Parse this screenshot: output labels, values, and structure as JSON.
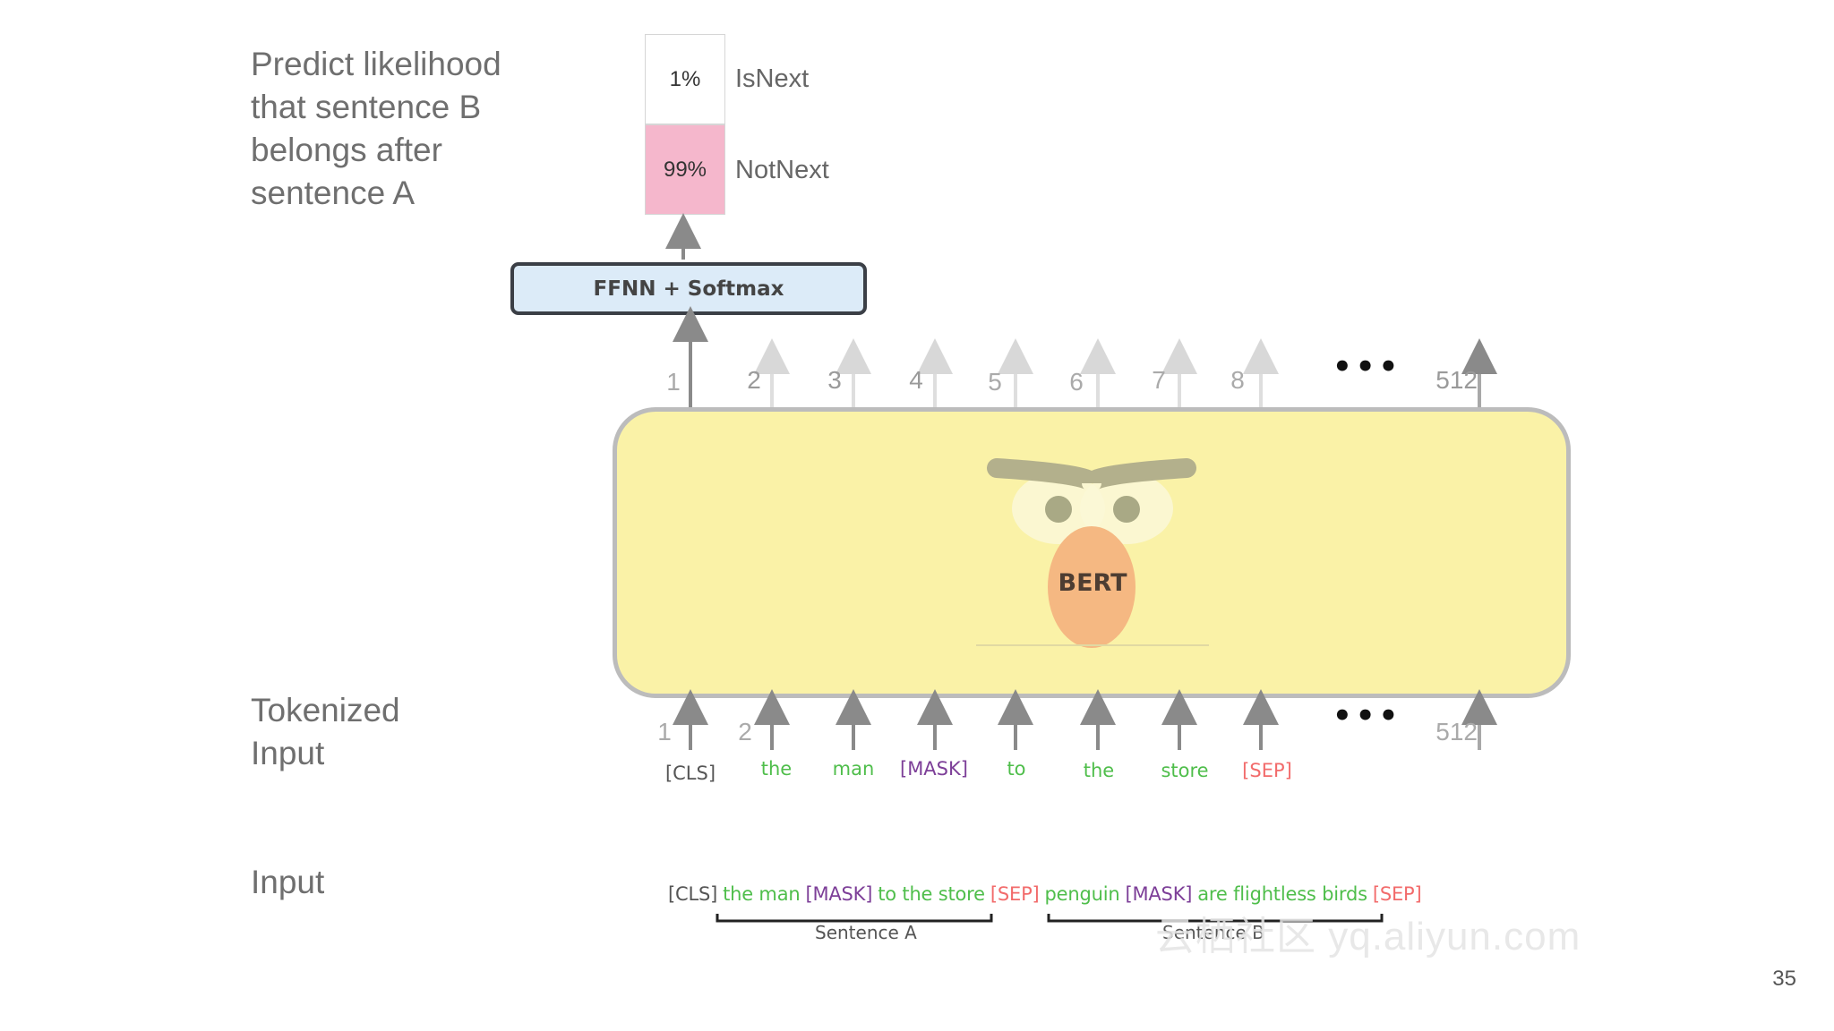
{
  "labels": {
    "predict": [
      "Predict likelihood",
      "that sentence B",
      "belongs after",
      "sentence A"
    ],
    "tokenized": [
      "Tokenized",
      "Input"
    ],
    "input": "Input"
  },
  "probabilities": [
    {
      "value": "1%",
      "label": "IsNext",
      "color": "#ffffff"
    },
    {
      "value": "99%",
      "label": "NotNext",
      "color": "#f5b7cc"
    }
  ],
  "ffnn_label": "FFNN + Softmax",
  "model_label": "BERT",
  "output_positions": [
    "1",
    "2",
    "3",
    "4",
    "5",
    "6",
    "7",
    "8",
    "512"
  ],
  "input_positions": [
    "1",
    "2",
    "512"
  ],
  "ellipsis": "•••",
  "tokens": [
    {
      "text": "[CLS]",
      "kind": "special"
    },
    {
      "text": "the",
      "kind": "word"
    },
    {
      "text": "man",
      "kind": "word"
    },
    {
      "text": "[MASK]",
      "kind": "mask"
    },
    {
      "text": "to",
      "kind": "word"
    },
    {
      "text": "the",
      "kind": "word"
    },
    {
      "text": "store",
      "kind": "word"
    },
    {
      "text": "[SEP]",
      "kind": "sep"
    }
  ],
  "input_sequence": [
    {
      "text": "[CLS]",
      "kind": "special"
    },
    {
      "text": "the man",
      "kind": "word"
    },
    {
      "text": "[MASK]",
      "kind": "mask"
    },
    {
      "text": "to the store",
      "kind": "word"
    },
    {
      "text": "[SEP]",
      "kind": "sep"
    },
    {
      "text": "penguin",
      "kind": "word"
    },
    {
      "text": "[MASK]",
      "kind": "mask"
    },
    {
      "text": "are flightless birds",
      "kind": "word"
    },
    {
      "text": "[SEP]",
      "kind": "sep"
    }
  ],
  "sentence_labels": [
    "Sentence A",
    "Sentence B"
  ],
  "watermark": "云栖社区 yq.aliyun.com",
  "page_number": "35",
  "colors": {
    "model_fill": "#faf2a7",
    "ffnn_fill": "#dcebf8",
    "word": "#4fbe4b",
    "mask": "#7d3f98",
    "sep": "#f26b6b",
    "special": "#555555"
  }
}
